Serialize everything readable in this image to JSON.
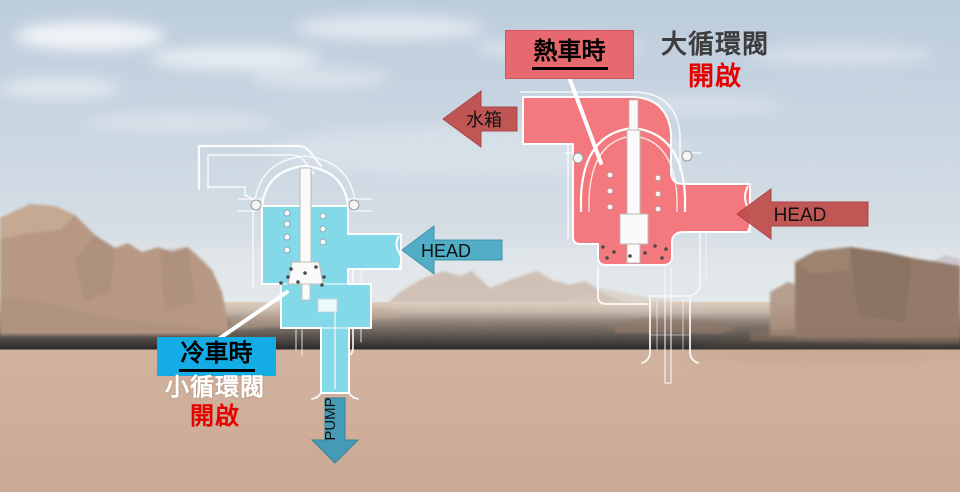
{
  "cold_side": {
    "callout": "冷車時",
    "valve_name": "小循環閥",
    "valve_state": "開啟",
    "head_label": "HEAD",
    "pump_label": "PUMP",
    "colors": {
      "callout_bg": "#14ACE4",
      "coolant_fill": "#84D9E9",
      "head_arrow": "#4BACC6",
      "pump_arrow": "#3E9BB8",
      "state_text": "#E60000",
      "valve_name_text": "#FFFFFF"
    }
  },
  "hot_side": {
    "callout": "熱車時",
    "valve_name": "大循環閥",
    "valve_state": "開啟",
    "radiator_label": "水箱",
    "head_label": "HEAD",
    "colors": {
      "callout_bg": "#E5696E",
      "coolant_fill": "#F4797E",
      "arrow": "#C0504D",
      "state_text": "#E60000",
      "valve_name_text": "#3D3D3D"
    }
  }
}
